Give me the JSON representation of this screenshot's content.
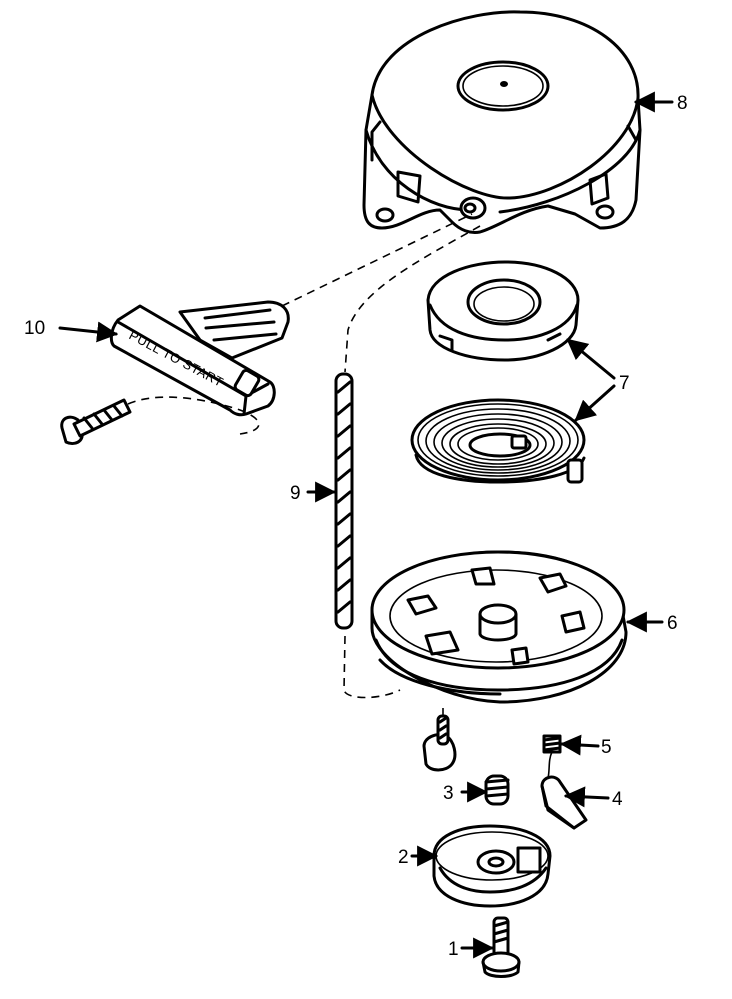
{
  "handle_text": "PULL TO START",
  "callouts": [
    {
      "id": "8",
      "label": "8"
    },
    {
      "id": "10",
      "label": "10"
    },
    {
      "id": "7",
      "label": "7"
    },
    {
      "id": "9",
      "label": "9"
    },
    {
      "id": "6",
      "label": "6"
    },
    {
      "id": "5",
      "label": "5"
    },
    {
      "id": "3",
      "label": "3"
    },
    {
      "id": "4",
      "label": "4"
    },
    {
      "id": "2",
      "label": "2"
    },
    {
      "id": "1",
      "label": "1"
    }
  ]
}
